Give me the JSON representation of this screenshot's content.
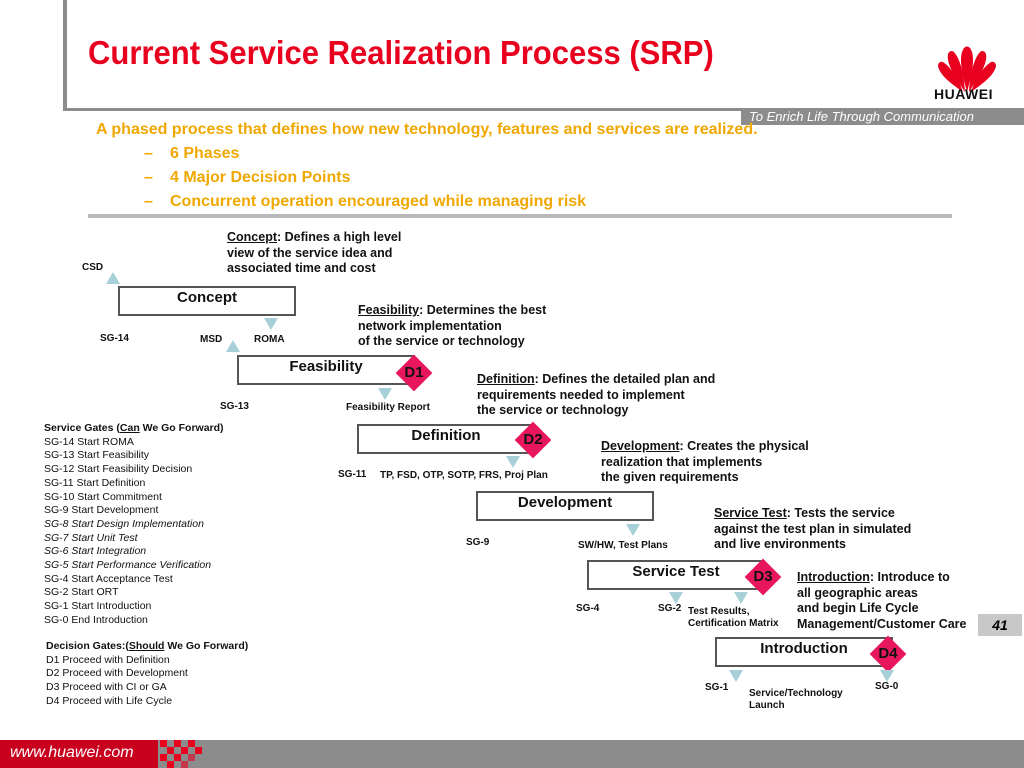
{
  "slide": {
    "title": "Current Service Realization Process (SRP)",
    "brand": "HUAWEI",
    "tagline": "To Enrich Life Through Communication",
    "intro": "A phased process that defines how new technology, features and services are realized.",
    "bullets": [
      "6 Phases",
      "4 Major Decision Points",
      "Concurrent operation encouraged while managing risk"
    ],
    "bullet_dash": "–",
    "page_number": "41",
    "footer_url": "www.huawei.com",
    "colors": {
      "title": "#e8001e",
      "bullets": "#f0a800",
      "decision_diamond": "#e8175d",
      "gray_bar": "#8c8c8c"
    }
  },
  "phases": {
    "concept": {
      "label": "Concept"
    },
    "feasibility": {
      "label": "Feasibility"
    },
    "definition": {
      "label": "Definition"
    },
    "development": {
      "label": "Development"
    },
    "service_test": {
      "label": "Service Test"
    },
    "introduction": {
      "label": "Introduction"
    }
  },
  "decisions": {
    "d1": "D1",
    "d2": "D2",
    "d3": "D3",
    "d4": "D4"
  },
  "markers": {
    "csd": "CSD",
    "sg14": "SG-14",
    "msd": "MSD",
    "roma": "ROMA",
    "sg13": "SG-13",
    "feasibility_report": "Feasibility Report",
    "sg11": "SG-11",
    "tp_list": "TP, FSD, OTP, SOTP, FRS, Proj Plan",
    "sg9": "SG-9",
    "swhw": "SW/HW, Test Plans",
    "sg4": "SG-4",
    "sg2": "SG-2",
    "test_results_1": "Test Results,",
    "test_results_2": "Certification Matrix",
    "sg1": "SG-1",
    "sg0": "SG-0",
    "launch_1": "Service/Technology",
    "launch_2": "Launch"
  },
  "descriptions": {
    "concept": {
      "term": "Concept",
      "lines": [
        ": Defines a high level",
        "view of the service idea and",
        "associated time and cost"
      ]
    },
    "feasibility": {
      "term": "Feasibility",
      "lines": [
        ": Determines the best",
        "network implementation",
        "of the service or technology"
      ]
    },
    "definition": {
      "term": "Definition",
      "lines": [
        ": Defines the detailed plan and",
        "requirements needed to implement",
        "the service or technology"
      ]
    },
    "development": {
      "term": "Development",
      "lines": [
        ": Creates the physical",
        "realization that implements",
        "the given requirements"
      ]
    },
    "service_test": {
      "term": "Service Test",
      "lines": [
        ": Tests the service",
        "against the test plan in simulated",
        "and live environments"
      ]
    },
    "introduction": {
      "term": "Introduction",
      "lines": [
        ": Introduce to",
        "all geographic areas",
        "and begin Life Cycle",
        "Management/Customer Care"
      ]
    }
  },
  "service_gates": {
    "heading_pre": "Service Gates (",
    "heading_em": "Can",
    "heading_post": " We Go Forward)",
    "items": [
      "SG-14 Start ROMA",
      "SG-13 Start Feasibility",
      "SG-12 Start Feasibility Decision",
      "SG-11 Start Definition",
      "SG-10 Start Commitment",
      "SG-9 Start Development",
      "SG-8 Start Design Implementation",
      "SG-7 Start Unit Test",
      "SG-6 Start Integration",
      "SG-5 Start Performance Verification",
      "SG-4 Start Acceptance Test",
      "SG-2 Start ORT",
      "SG-1 Start Introduction",
      "SG-0 End Introduction"
    ]
  },
  "decision_gates": {
    "heading_pre": "Decision Gates:(",
    "heading_em": "Should",
    "heading_post": " We Go Forward)",
    "items": [
      "D1 Proceed with Definition",
      "D2 Proceed with Development",
      "D3 Proceed with CI or GA",
      "D4 Proceed with Life Cycle"
    ]
  }
}
